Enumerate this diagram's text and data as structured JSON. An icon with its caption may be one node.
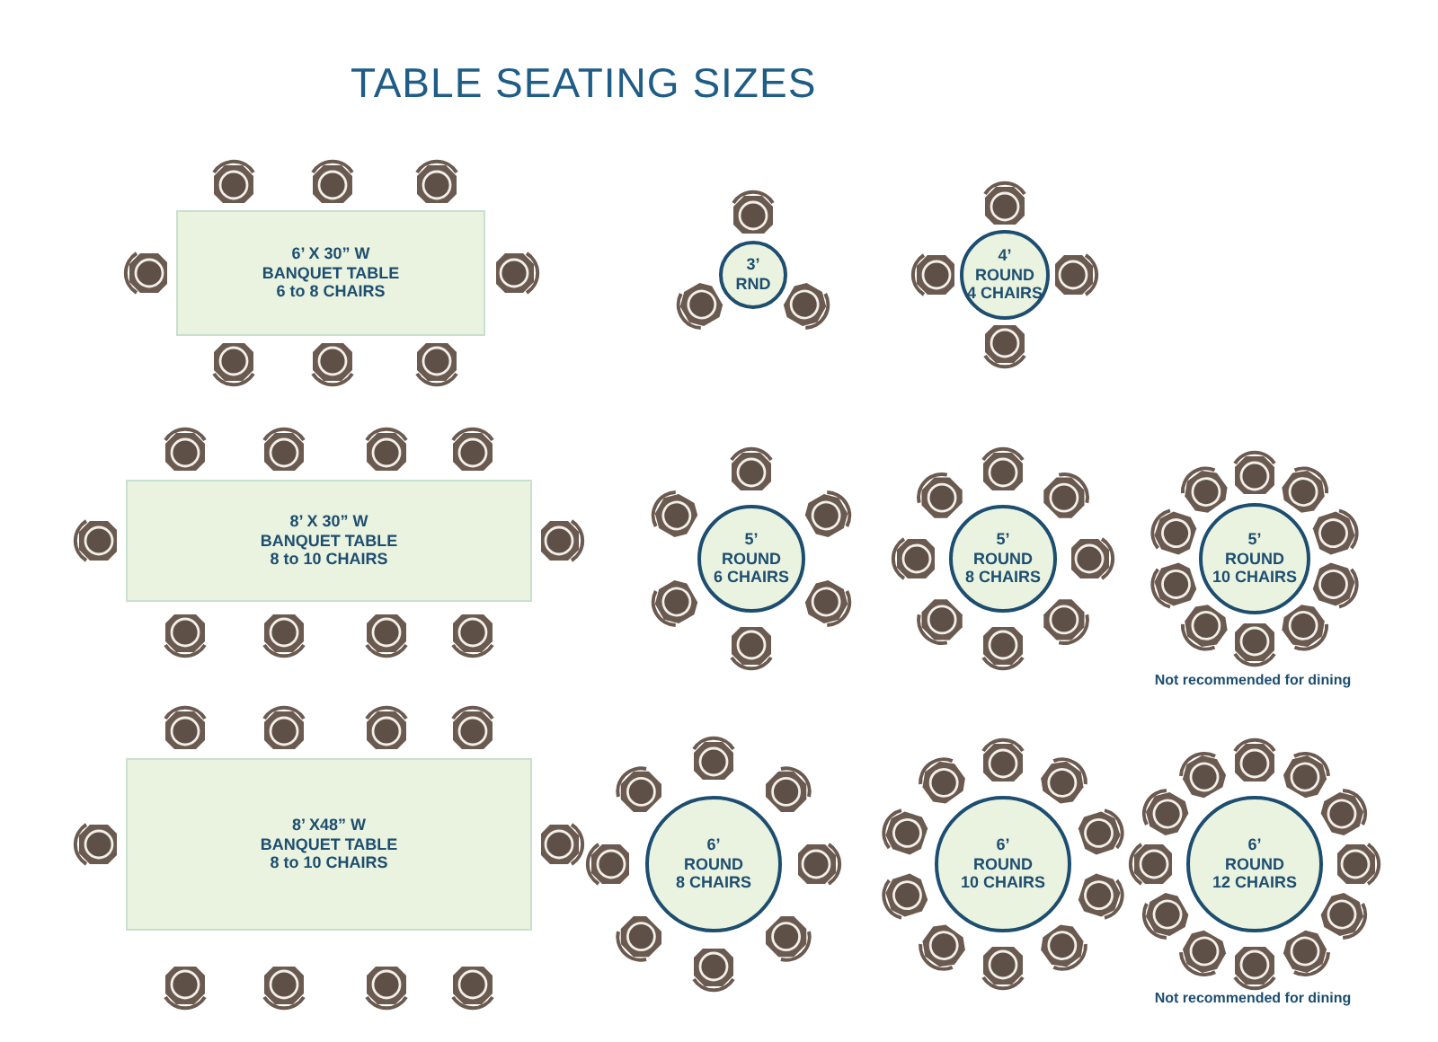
{
  "diagram": {
    "title": "TABLE SEATING SIZES",
    "nodes": [
      {
        "text": [
          "6’ X 30” W",
          "BANQUET TABLE",
          "6 to 8 CHAIRS"
        ]
      },
      {
        "text": [
          "8’ X 30” W",
          "BANQUET TABLE",
          "8 to 10 CHAIRS"
        ]
      },
      {
        "text": [
          "8’ X48” W",
          "BANQUET TABLE",
          "8 to 10 CHAIRS"
        ]
      },
      {
        "text": [
          "3’",
          "RND"
        ]
      },
      {
        "text": [
          "4’",
          "ROUND",
          "4 CHAIRS"
        ]
      },
      {
        "text": [
          "5’",
          "ROUND",
          "6 CHAIRS"
        ]
      },
      {
        "text": [
          "5’",
          "ROUND",
          "8 CHAIRS"
        ]
      },
      {
        "text": [
          "5’",
          "ROUND",
          "10 CHAIRS"
        ]
      },
      {
        "text": [
          "6’",
          "ROUND",
          "8 CHAIRS"
        ]
      },
      {
        "text": [
          "6’",
          "ROUND",
          "10 CHAIRS"
        ]
      },
      {
        "text": [
          "6’",
          "ROUND",
          "12 CHAIRS"
        ]
      }
    ],
    "labels": [
      "Not recommended for dining",
      "Not recommended for dining"
    ]
  }
}
